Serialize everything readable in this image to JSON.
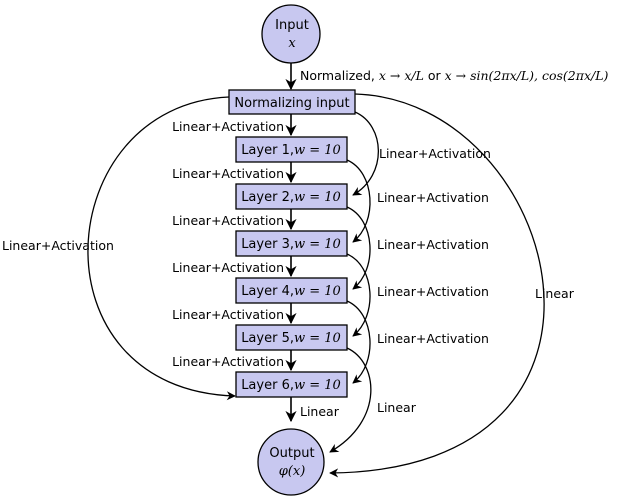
{
  "colors": {
    "node_fill": "#c8c8f0",
    "stroke": "#000000"
  },
  "input_node": {
    "title": "Input",
    "var": "x"
  },
  "output_node": {
    "title": "Output",
    "expr": "φ(x)"
  },
  "normalize_box": {
    "label": "Normalizing input"
  },
  "normalize_edge_label": {
    "prefix": "Normalized, ",
    "map1": "x → x/L",
    "or": " or ",
    "map2": "x → sin(2πx/L), cos(2πx/L)"
  },
  "layers": [
    {
      "prefix": "Layer 1,",
      "width": "w = 10"
    },
    {
      "prefix": "Layer 2,",
      "width": "w = 10"
    },
    {
      "prefix": "Layer 3,",
      "width": "w = 10"
    },
    {
      "prefix": "Layer 4,",
      "width": "w = 10"
    },
    {
      "prefix": "Layer 5,",
      "width": "w = 10"
    },
    {
      "prefix": "Layer 6,",
      "width": "w = 10"
    }
  ],
  "edge_labels": {
    "la": "Linear+Activation",
    "linear": "Linear"
  }
}
